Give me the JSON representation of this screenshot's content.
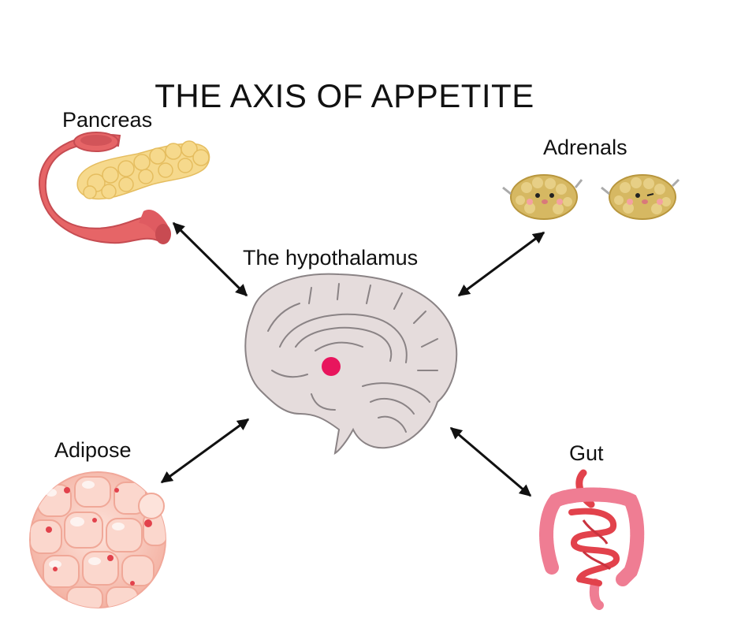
{
  "title": "THE AXIS OF APPETITE",
  "labels": {
    "pancreas": "Pancreas",
    "adrenals": "Adrenals",
    "hypothalamus": "The hypothalamus",
    "adipose": "Adipose",
    "gut": "Gut"
  },
  "colors": {
    "brain": "#e5dcdc",
    "brain_outline": "#8a8385",
    "hypothalamus_dot": "#e8155d",
    "pancreas_duct": "#e66567",
    "pancreas_gland": "#f6d98c",
    "adrenal": "#d6b862",
    "adipose": "#f6c3b7",
    "gut_small": "#e2424c",
    "gut_large": "#ef7d93",
    "arrow": "#111111"
  },
  "icons": [
    "pancreas-icon",
    "adrenal-icon",
    "brain-icon",
    "adipose-icon",
    "gut-icon"
  ]
}
